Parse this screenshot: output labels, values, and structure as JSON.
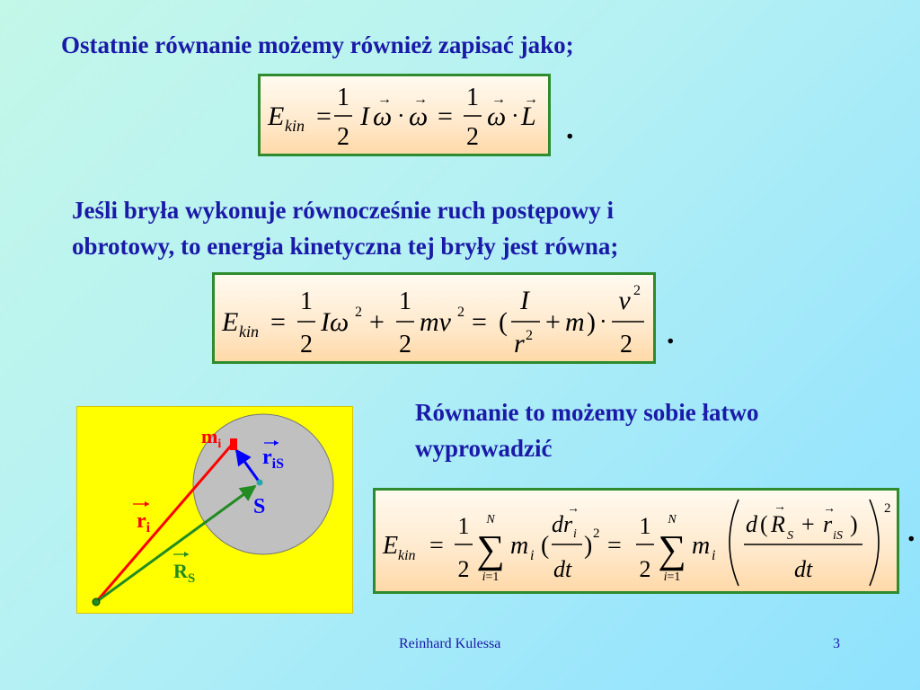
{
  "headings": {
    "intro": "Ostatnie równanie możemy również zapisać jako;",
    "combined_line1": "Jeśli bryła wykonuje równocześnie ruch postępowy i",
    "combined_line2": "obrotowy, to energia kinetyczna tej bryły jest równa;",
    "derive_line1": "Równanie to możemy sobie łatwo",
    "derive_line2": "wyprowadzić"
  },
  "equations": {
    "eq1": "E_kin = 1/2 I ω⃗ · ω⃗ = 1/2 ω⃗ · L⃗",
    "eq2": "E_kin = 1/2 Iω² + 1/2 mv² = (I/r² + m) · v²/2",
    "eq3": "E_kin = 1/2 Σ_{i=1}^{N} m_i (dr⃗_i/dt)² = 1/2 Σ_{i=1}^{N} m_i (d(R⃗_S + r⃗_iS)/dt)²"
  },
  "figure": {
    "labels": {
      "mi": "m",
      "mi_sub": "i",
      "ris": "r",
      "ris_sub": "iS",
      "s": "S",
      "ri": "r",
      "ri_sub": "i",
      "rs": "R",
      "rs_sub": "S"
    }
  },
  "footer": {
    "author": "Reinhard Kulessa",
    "page_number": "3"
  },
  "colors": {
    "heading_text": "#1a1aa8",
    "box_border": "#2e8b2e",
    "figure_bg": "#ffff00",
    "disk": "#c0c0c0",
    "vector_red": "#ff0000",
    "vector_blue": "#0000ff",
    "vector_green": "#228b22"
  }
}
